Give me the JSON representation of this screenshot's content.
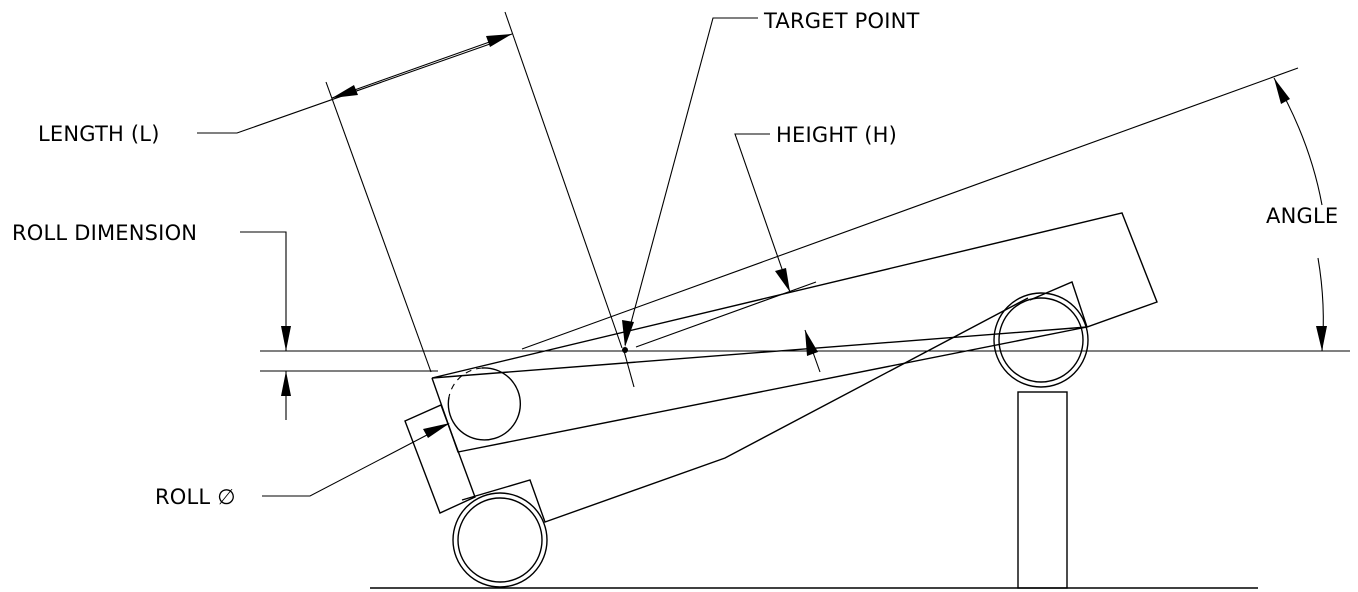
{
  "labels": {
    "target_point": "TARGET POINT",
    "length": "LENGTH (L)",
    "height": "HEIGHT (H)",
    "roll_dimension": "ROLL DIMENSION",
    "angle": "ANGLE",
    "roll_diameter": "ROLL ∅"
  }
}
